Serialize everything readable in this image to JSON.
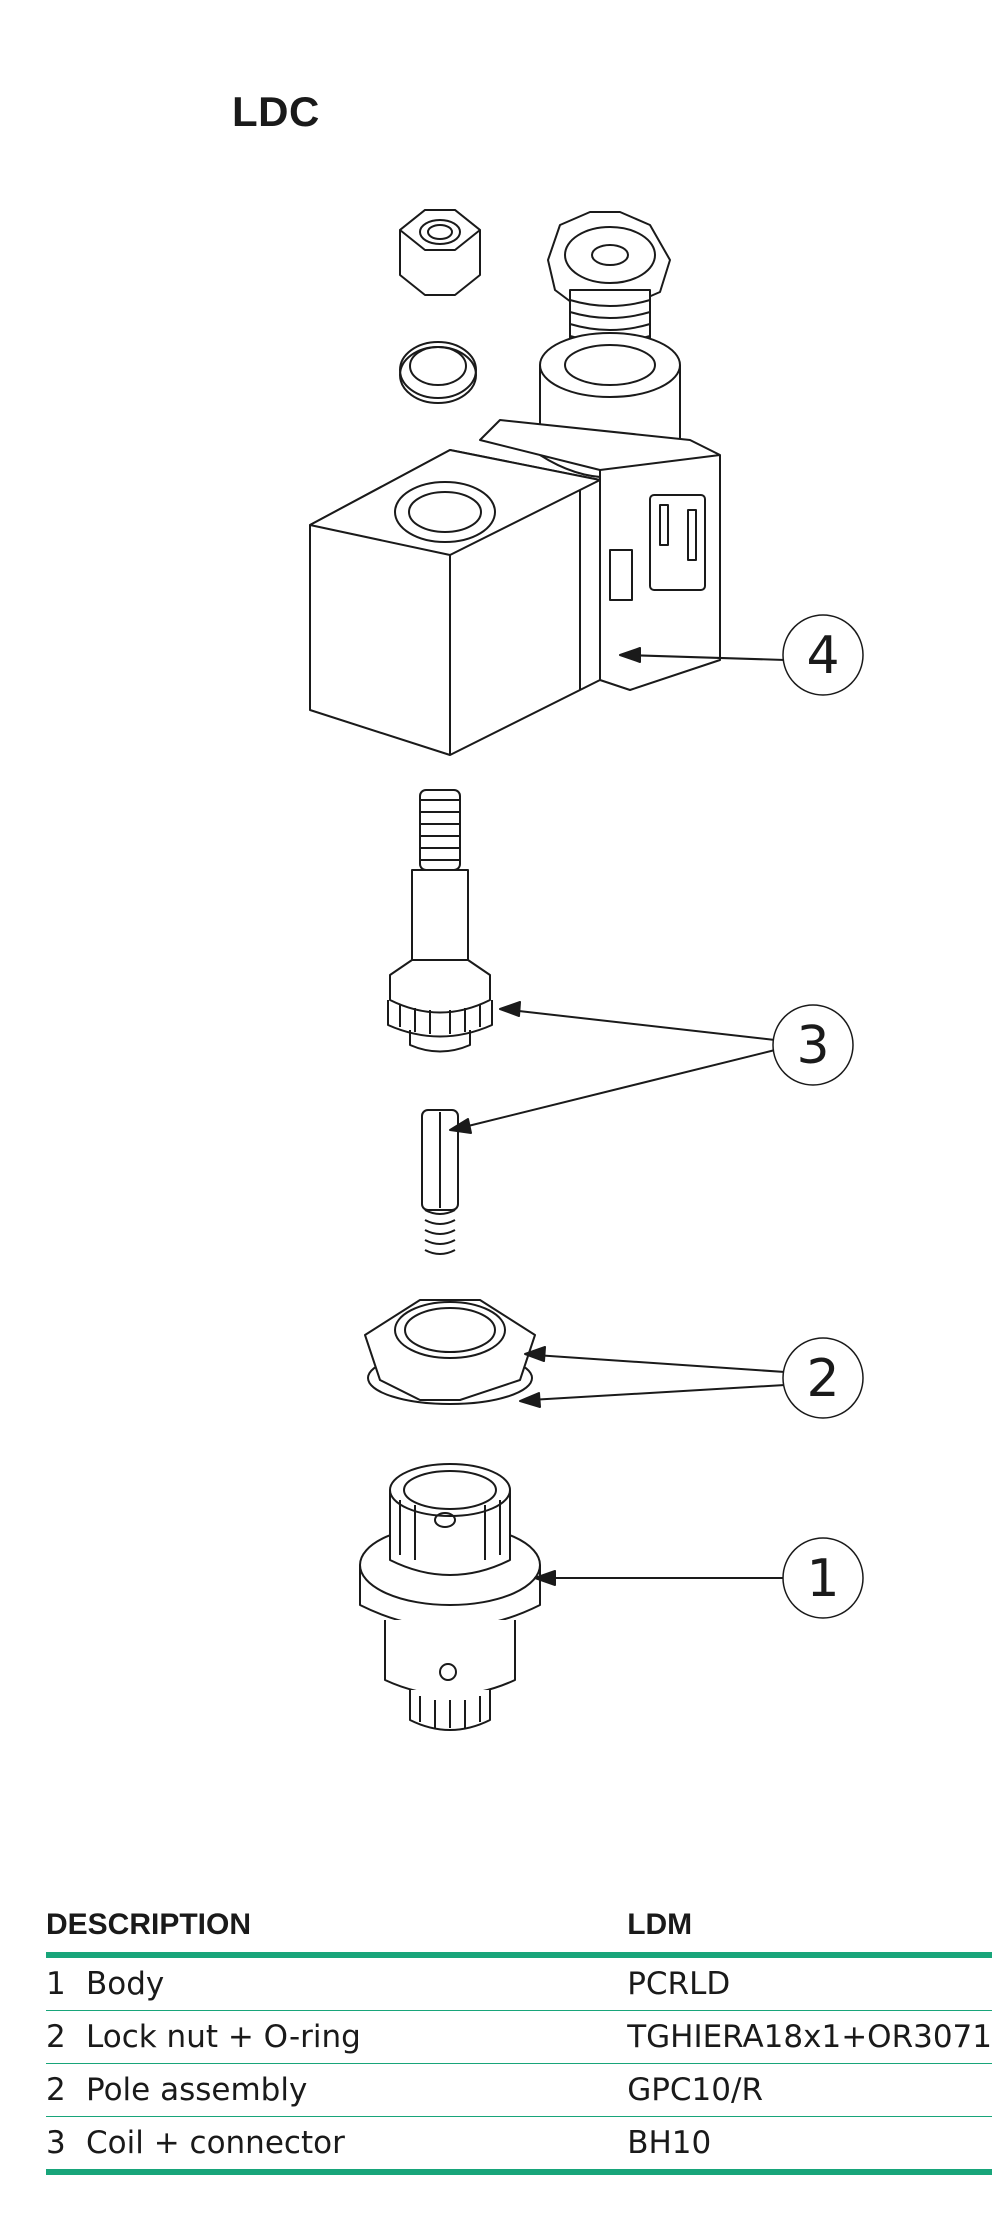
{
  "title": "LDC",
  "callouts": [
    "4",
    "3",
    "2",
    "1"
  ],
  "table": {
    "headers": {
      "description": "DESCRIPTION",
      "code": "LDM"
    },
    "rows": [
      {
        "pos": "1",
        "description": "Body",
        "code": "PCRLD"
      },
      {
        "pos": "2",
        "description": "Lock nut + O-ring",
        "code": "TGHIERA18x1+OR3071"
      },
      {
        "pos": "2",
        "description": "Pole assembly",
        "code": "GPC10/R"
      },
      {
        "pos": "3",
        "description": "Coil + connector",
        "code": "BH10"
      }
    ]
  },
  "colors": {
    "accent": "#18a57a",
    "line": "#1a1a1a"
  }
}
